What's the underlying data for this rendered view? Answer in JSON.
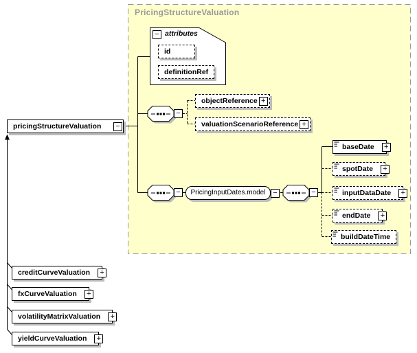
{
  "title": "PricingStructureValuation",
  "icons": {
    "plus": "+",
    "minus": "−"
  },
  "colors": {
    "container_bg": "#ffffcc",
    "container_border": "#999999",
    "title_text": "#999999",
    "box_shadow": "#bdbdbd",
    "box_border": "#000000"
  },
  "nodes": {
    "root": {
      "label": "pricingStructureValuation"
    },
    "attributes_group": {
      "label": "attributes",
      "items": [
        {
          "label": "id"
        },
        {
          "label": "definitionRef"
        }
      ]
    },
    "references": {
      "object": {
        "label": "objectReference"
      },
      "valuation_scenario": {
        "label": "valuationScenarioReference"
      }
    },
    "model": {
      "label": "PricingInputDates.model"
    },
    "dates": {
      "base": {
        "label": "baseDate"
      },
      "spot": {
        "label": "spotDate"
      },
      "input": {
        "label": "inputDataDate"
      },
      "end": {
        "label": "endDate"
      },
      "build": {
        "label": "buildDateTime"
      }
    },
    "substitutions": [
      {
        "label": "creditCurveValuation"
      },
      {
        "label": "fxCurveValuation"
      },
      {
        "label": "volatilityMatrixValuation"
      },
      {
        "label": "yieldCurveValuation"
      }
    ]
  }
}
